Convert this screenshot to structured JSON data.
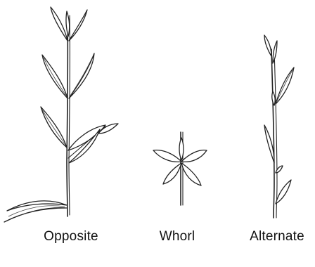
{
  "figure": {
    "panels": [
      {
        "id": "opposite",
        "label": "Opposite"
      },
      {
        "id": "whorl",
        "label": "Whorl"
      },
      {
        "id": "alternate",
        "label": "Alternate"
      }
    ]
  }
}
